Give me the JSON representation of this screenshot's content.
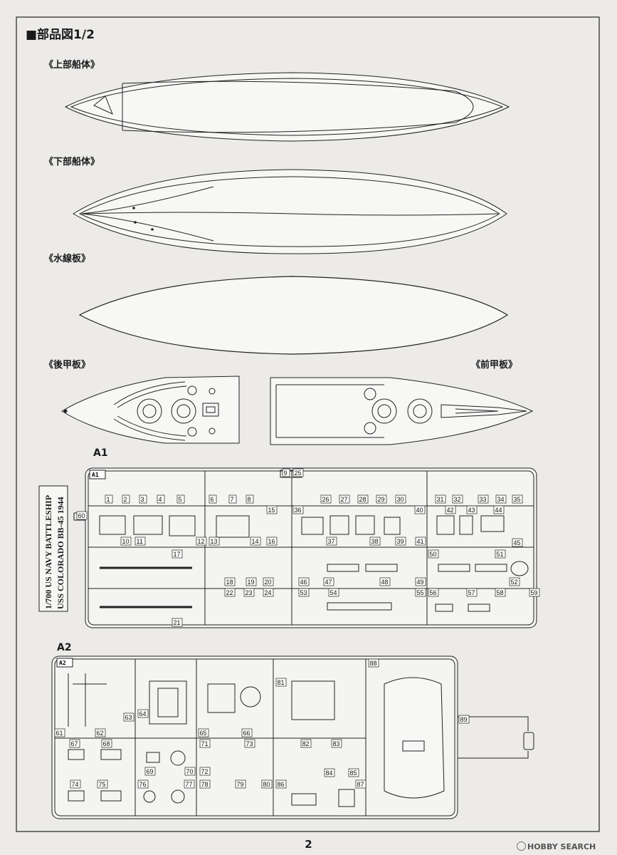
{
  "page": {
    "header": "■部品図1/2",
    "page_number": "2",
    "watermark": "HOBBY SEARCH"
  },
  "parts": {
    "upper_hull": "《上部船体》",
    "lower_hull": "《下部船体》",
    "waterline_plate": "《水線板》",
    "rear_deck": "《後甲板》",
    "front_deck": "《前甲板》"
  },
  "runners": {
    "a1": {
      "label": "A1",
      "box_label": "A1",
      "side_text_line1": "1/700 US NAVY BATTLESHIP",
      "side_text_line2": "USS COLORADO BB-45 1944",
      "numbers": [
        "1",
        "2",
        "3",
        "4",
        "5",
        "6",
        "7",
        "8",
        "9",
        "10",
        "11",
        "12",
        "13",
        "14",
        "15",
        "16",
        "17",
        "18",
        "19",
        "20",
        "21",
        "22",
        "23",
        "24",
        "25",
        "26",
        "27",
        "28",
        "29",
        "30",
        "31",
        "32",
        "33",
        "34",
        "35",
        "36",
        "37",
        "38",
        "39",
        "40",
        "41",
        "42",
        "43",
        "44",
        "45",
        "46",
        "47",
        "48",
        "49",
        "50",
        "51",
        "52",
        "53",
        "54",
        "55",
        "56",
        "57",
        "58",
        "59",
        "60"
      ]
    },
    "a2": {
      "label": "A2",
      "box_label": "A2",
      "numbers": [
        "61",
        "62",
        "63",
        "64",
        "65",
        "66",
        "67",
        "68",
        "69",
        "70",
        "71",
        "72",
        "73",
        "74",
        "75",
        "76",
        "77",
        "78",
        "79",
        "80",
        "81",
        "82",
        "83",
        "84",
        "85",
        "86",
        "87",
        "88",
        "89"
      ]
    }
  }
}
